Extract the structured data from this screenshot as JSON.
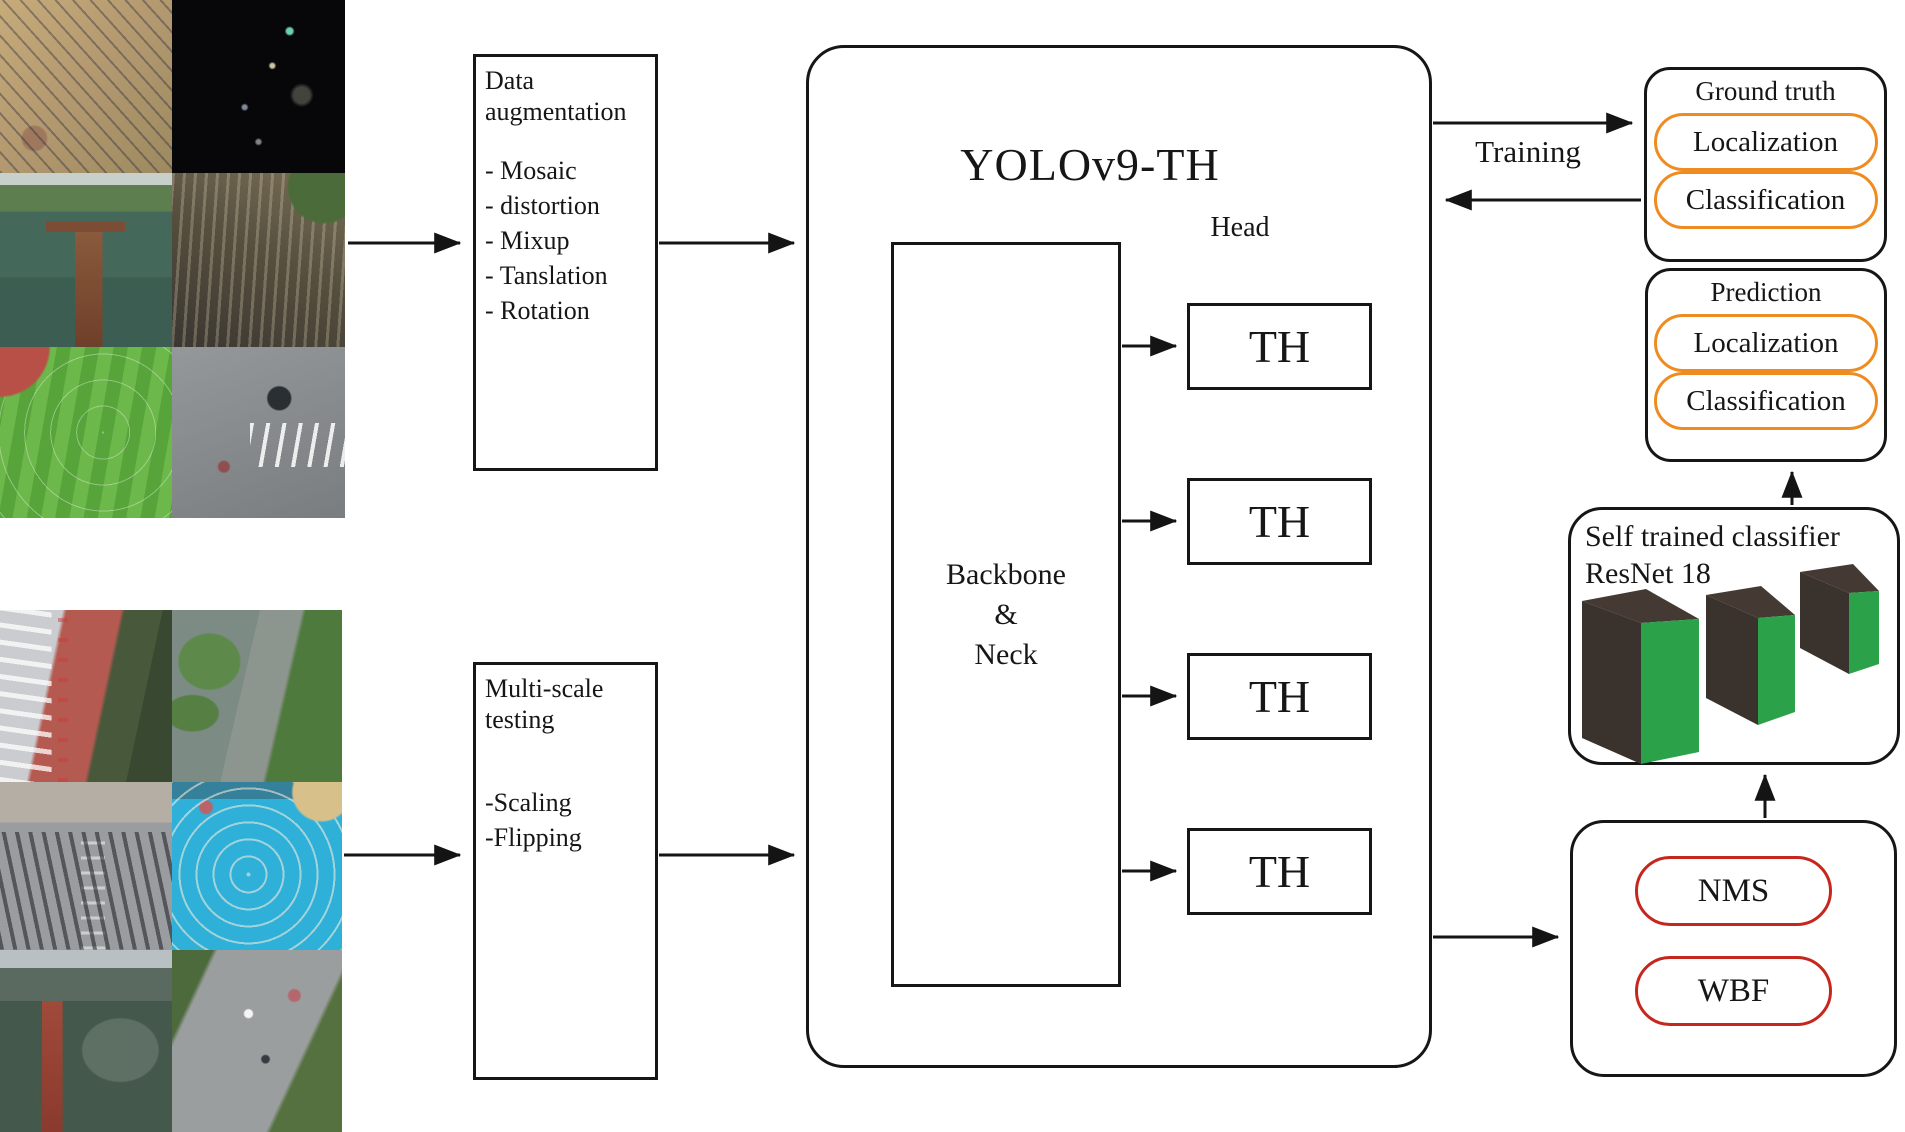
{
  "colors": {
    "accent_orange": "#EE8C22",
    "accent_red": "#C5271E",
    "block_green": "#2BA24A",
    "block_dark": "#3A322C",
    "stroke": "#161616"
  },
  "left_panel": {
    "top_collage": [
      "aerial-beach-crowd",
      "aerial-night-street",
      "aerial-lake-pier",
      "aerial-hillside-street",
      "aerial-sports-field",
      "aerial-crosswalk"
    ],
    "bottom_collage": [
      "aerial-red-lane-street",
      "aerial-canal-path",
      "aerial-busy-intersection",
      "aerial-wave-pool",
      "aerial-park-lake",
      "aerial-curved-road"
    ]
  },
  "data_augmentation": {
    "title": "Data augmentation",
    "items": [
      "- Mosaic",
      "- distortion",
      "- Mixup",
      "- Tanslation",
      "- Rotation"
    ]
  },
  "multi_scale": {
    "title": "Multi-scale testing",
    "items": [
      "-Scaling",
      "-Flipping"
    ]
  },
  "main": {
    "title": "YOLOv9-TH",
    "head_label": "Head",
    "backbone_lines": [
      "Backbone",
      "&",
      "Neck"
    ],
    "th_label": "TH"
  },
  "training_label": "Training",
  "ground_truth": {
    "title": "Ground truth",
    "pills": [
      "Localization",
      "Classification"
    ]
  },
  "prediction": {
    "title": "Prediction",
    "pills": [
      "Localization",
      "Classification"
    ]
  },
  "classifier": {
    "title": "Self trained classifier",
    "subtitle": "ResNet 18"
  },
  "postprocess": {
    "pills": [
      "NMS",
      "WBF"
    ]
  }
}
